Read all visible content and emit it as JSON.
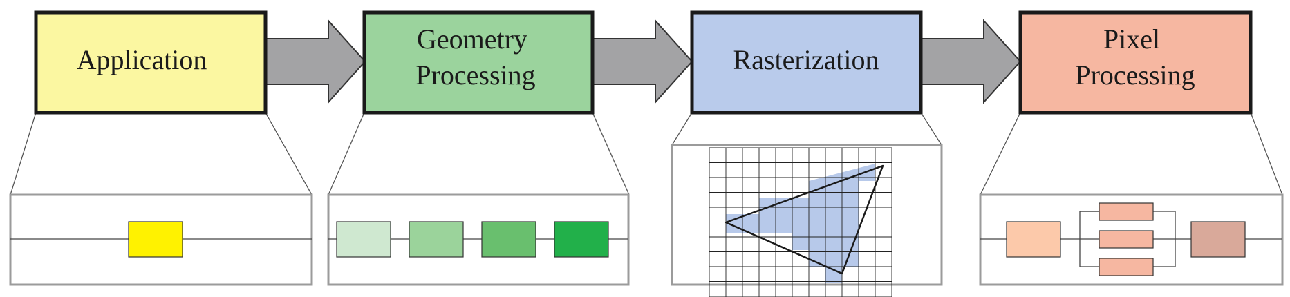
{
  "stages": [
    {
      "id": "application",
      "label": [
        "Application"
      ],
      "fill": "#fbf7a1"
    },
    {
      "id": "geometry-processing",
      "label": [
        "Geometry",
        "Processing"
      ],
      "fill": "#9bd39d"
    },
    {
      "id": "rasterization",
      "label": [
        "Rasterization"
      ],
      "fill": "#b9cbeb"
    },
    {
      "id": "pixel-processing",
      "label": [
        "Pixel",
        "Processing"
      ],
      "fill": "#f6b7a1"
    }
  ],
  "substages": {
    "application": [
      {
        "fill": "#fff200"
      }
    ],
    "geometry-processing": [
      {
        "fill": "#cfe8d0"
      },
      {
        "fill": "#9bd39b"
      },
      {
        "fill": "#69bf6e"
      },
      {
        "fill": "#22b04a"
      }
    ],
    "pixel-processing": [
      {
        "fill": "#fcc9aa"
      },
      {
        "fill": "#f6b7a1"
      },
      {
        "fill": "#f6b7a1"
      },
      {
        "fill": "#f6b7a1"
      },
      {
        "fill": "#d9a99a"
      }
    ]
  },
  "raster": {
    "fill": "#b7c9ea",
    "cols": 11,
    "rows": 11
  },
  "colors": {
    "arrow": "#a3a3a5",
    "box_border": "#1a1a1a",
    "detail_border": "#9b9b9b"
  }
}
